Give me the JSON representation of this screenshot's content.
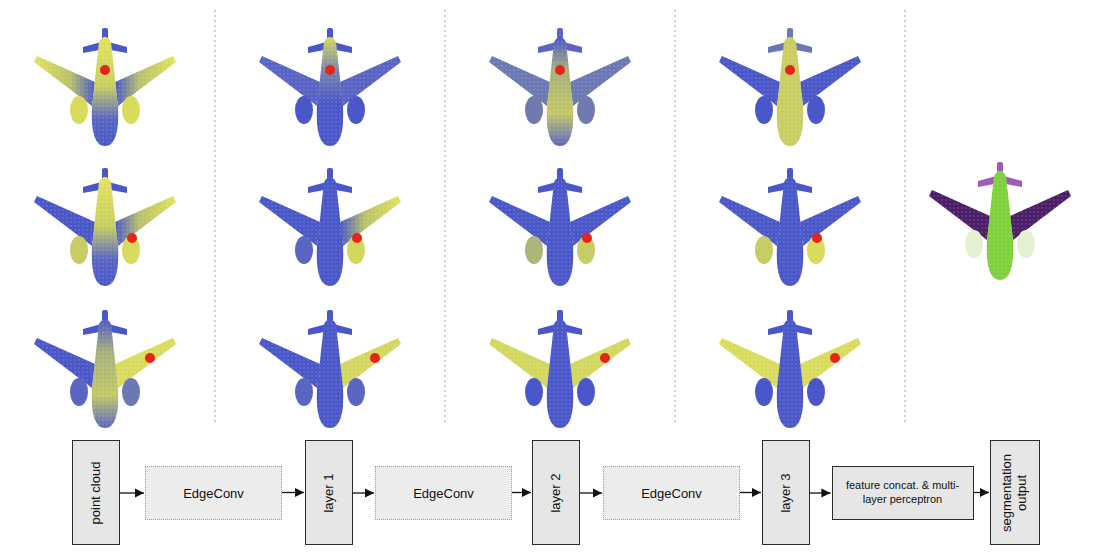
{
  "diagram": {
    "nodes": [
      {
        "text": [
          "point cloud"
        ]
      },
      {
        "text": [
          "EdgeConv"
        ]
      },
      {
        "text": [
          "layer 1"
        ]
      },
      {
        "text": [
          "EdgeConv"
        ]
      },
      {
        "text": [
          "layer 2"
        ]
      },
      {
        "text": [
          "EdgeConv"
        ]
      },
      {
        "text": [
          "layer 3"
        ]
      },
      {
        "text": [
          "feature concat. & multi-layer perceptron"
        ]
      },
      {
        "text": [
          "segmentation output"
        ]
      }
    ],
    "edges": [
      {
        "from": 0,
        "to": 1,
        "arrow": "to"
      },
      {
        "from": 1,
        "to": 2,
        "arrow": "to"
      },
      {
        "from": 2,
        "to": 3,
        "arrow": "to"
      },
      {
        "from": 3,
        "to": 4,
        "arrow": "to"
      },
      {
        "from": 4,
        "to": 5,
        "arrow": "to"
      },
      {
        "from": 5,
        "to": 6,
        "arrow": "to"
      },
      {
        "from": 6,
        "to": 7,
        "arrow": "to"
      },
      {
        "from": 7,
        "to": 8,
        "arrow": "to"
      }
    ]
  }
}
